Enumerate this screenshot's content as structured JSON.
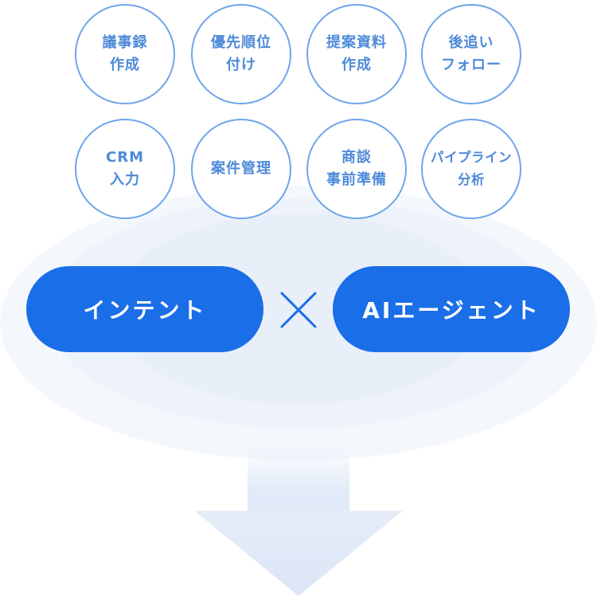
{
  "colors": {
    "circle_border": "#6fa5ea",
    "circle_text": "#4e8ad9",
    "pill_bg": "#1a6ee8",
    "pill_text": "#ffffff",
    "halo": "#eef3fb",
    "times_mark": "#1a6ee8"
  },
  "tasks": [
    {
      "lines": [
        "議事録",
        "作成"
      ]
    },
    {
      "lines": [
        "優先順位",
        "付け"
      ]
    },
    {
      "lines": [
        "提案資料",
        "作成"
      ]
    },
    {
      "lines": [
        "後追い",
        "フォロー"
      ]
    },
    {
      "lines": [
        "CRM",
        "入力"
      ]
    },
    {
      "lines": [
        "案件管理"
      ]
    },
    {
      "lines": [
        "商談",
        "事前準備"
      ]
    },
    {
      "lines": [
        "パイプライン",
        "分析"
      ]
    }
  ],
  "pills": {
    "left_label": "インテント",
    "right_label": "AIエージェント"
  },
  "operator": {
    "icon": "times-icon"
  },
  "arrow": {
    "icon": "down-arrow-icon"
  }
}
